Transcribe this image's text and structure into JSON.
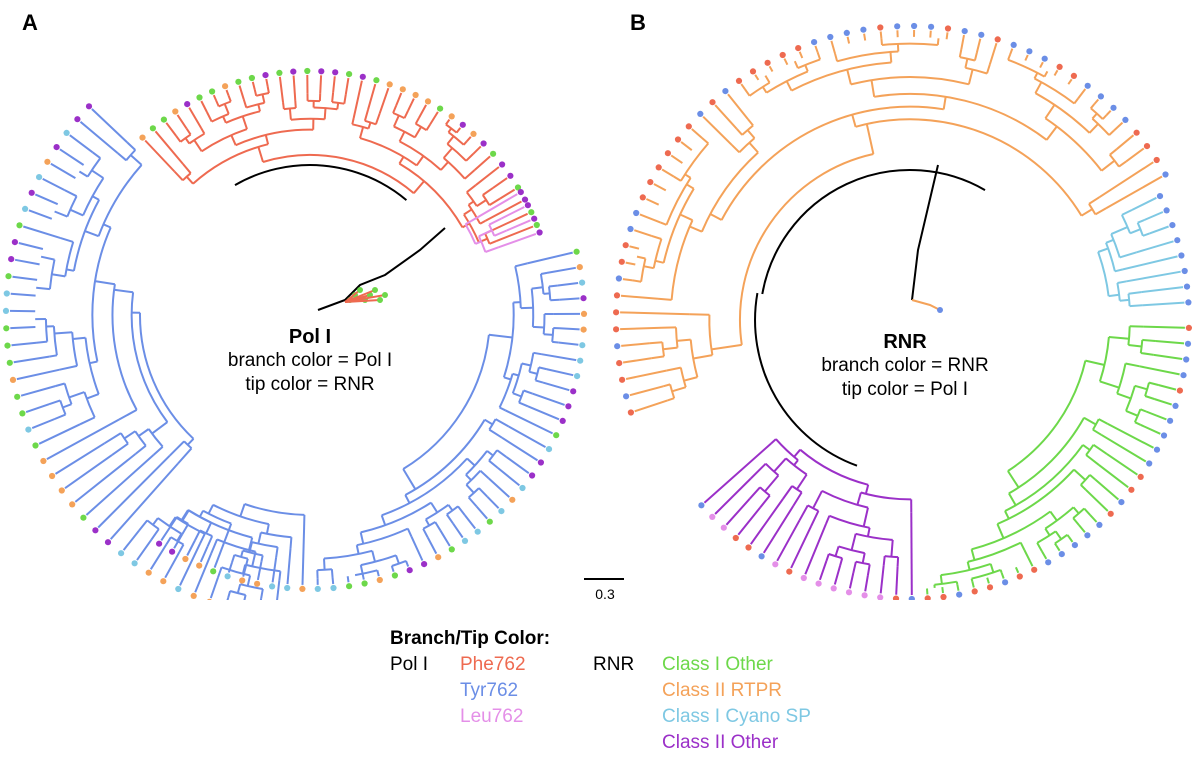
{
  "panels": [
    {
      "letter": "A",
      "title": "Pol I",
      "line1": "branch color = Pol I",
      "line2": "tip color = RNR"
    },
    {
      "letter": "B",
      "title": "RNR",
      "line1": "branch color = RNR",
      "line2": "tip color = Pol I"
    }
  ],
  "scale_bar": {
    "label": "0.3"
  },
  "legend": {
    "header": "Branch/Tip Color:",
    "pol1": {
      "label": "Pol I",
      "items": [
        {
          "name": "Phe762",
          "color": "#EE6A50"
        },
        {
          "name": "Tyr762",
          "color": "#6B8EE6"
        },
        {
          "name": "Leu762",
          "color": "#E48FE8"
        }
      ]
    },
    "rnr": {
      "label": "RNR",
      "items": [
        {
          "name": "Class I Other",
          "color": "#6DD84A"
        },
        {
          "name": "Class II RTPR",
          "color": "#F4A259"
        },
        {
          "name": "Class I Cyano SP",
          "color": "#7EC8E3"
        },
        {
          "name": "Class II Other",
          "color": "#9B30C8"
        }
      ]
    }
  },
  "colors": {
    "black": "#000000",
    "phe": "#EE6A50",
    "tyr": "#6B8EE6",
    "leu": "#E48FE8",
    "class1_other": "#6DD84A",
    "class2_rtpr": "#F4A259",
    "cyano": "#7EC8E3",
    "class2_other": "#9B30C8"
  }
}
